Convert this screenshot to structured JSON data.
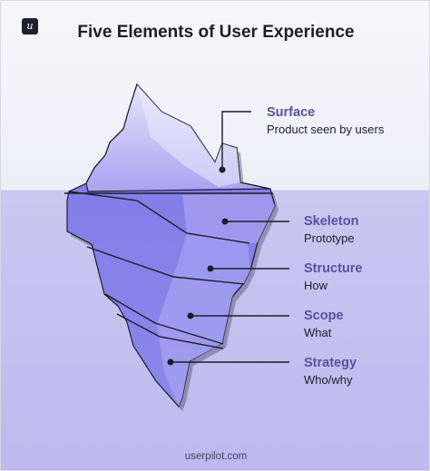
{
  "brand": {
    "logo_letter": "u",
    "footer": "userpilot.com"
  },
  "title": "Five Elements of User Experience",
  "layers": [
    {
      "name": "Surface",
      "description": "Product seen by users"
    },
    {
      "name": "Skeleton",
      "description": "Prototype"
    },
    {
      "name": "Structure",
      "description": "How"
    },
    {
      "name": "Scope",
      "description": "What"
    },
    {
      "name": "Strategy",
      "description": "Who/why"
    }
  ],
  "colors": {
    "water_line_bg": "#c9c8f0",
    "ice_top": "#d8d4f8",
    "ice_mid": "#8a84e8",
    "ice_deep": "#7570e0",
    "label_accent": "#57529e",
    "outline": "#1d1d2b"
  }
}
